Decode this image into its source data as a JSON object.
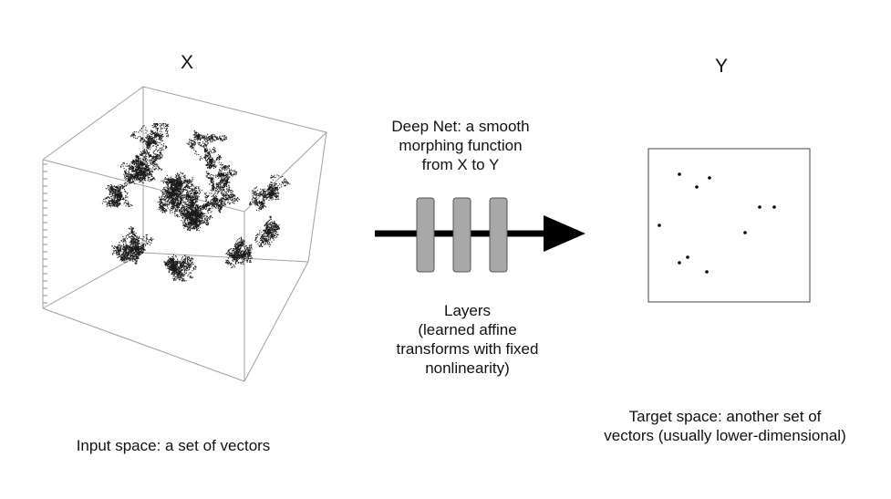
{
  "input_panel": {
    "title": "X",
    "caption": "Input space: a set of vectors"
  },
  "network": {
    "description_lines": [
      "Deep Net: a smooth",
      "morphing function",
      "from X to Y"
    ],
    "layers_lines": [
      "Layers",
      "(learned affine",
      "transforms with fixed",
      "nonlinearity)"
    ],
    "layer_count": 3,
    "layer_color": "#a8a8a8",
    "arrow_color": "#000000"
  },
  "output_panel": {
    "title": "Y",
    "caption_lines": [
      "Target space: another set of",
      "vectors (usually lower-dimensional)"
    ],
    "point_count": 10
  }
}
